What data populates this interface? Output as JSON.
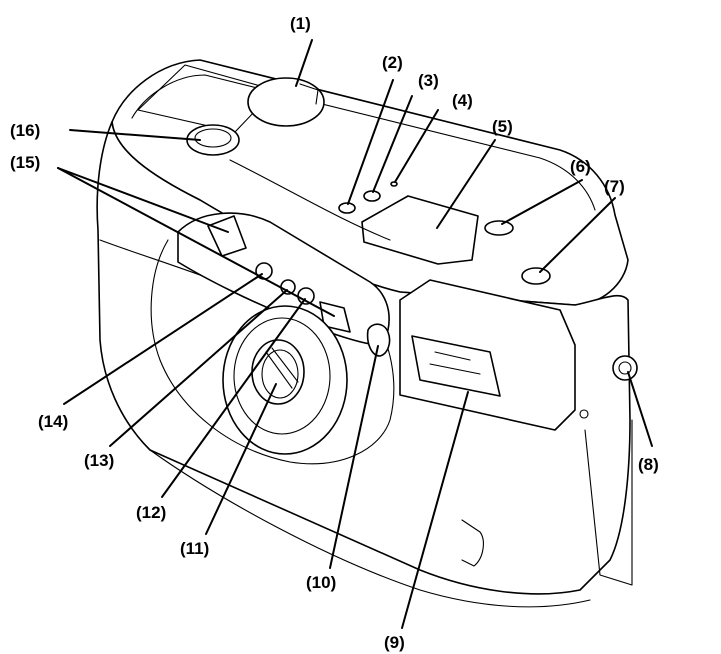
{
  "diagram": {
    "callouts": [
      "(1)",
      "(2)",
      "(3)",
      "(4)",
      "(5)",
      "(6)",
      "(7)",
      "(8)",
      "(9)",
      "(10)",
      "(11)",
      "(12)",
      "(13)",
      "(14)",
      "(15)",
      "(16)"
    ]
  },
  "colors": {
    "line": "#000000",
    "background": "#ffffff"
  }
}
